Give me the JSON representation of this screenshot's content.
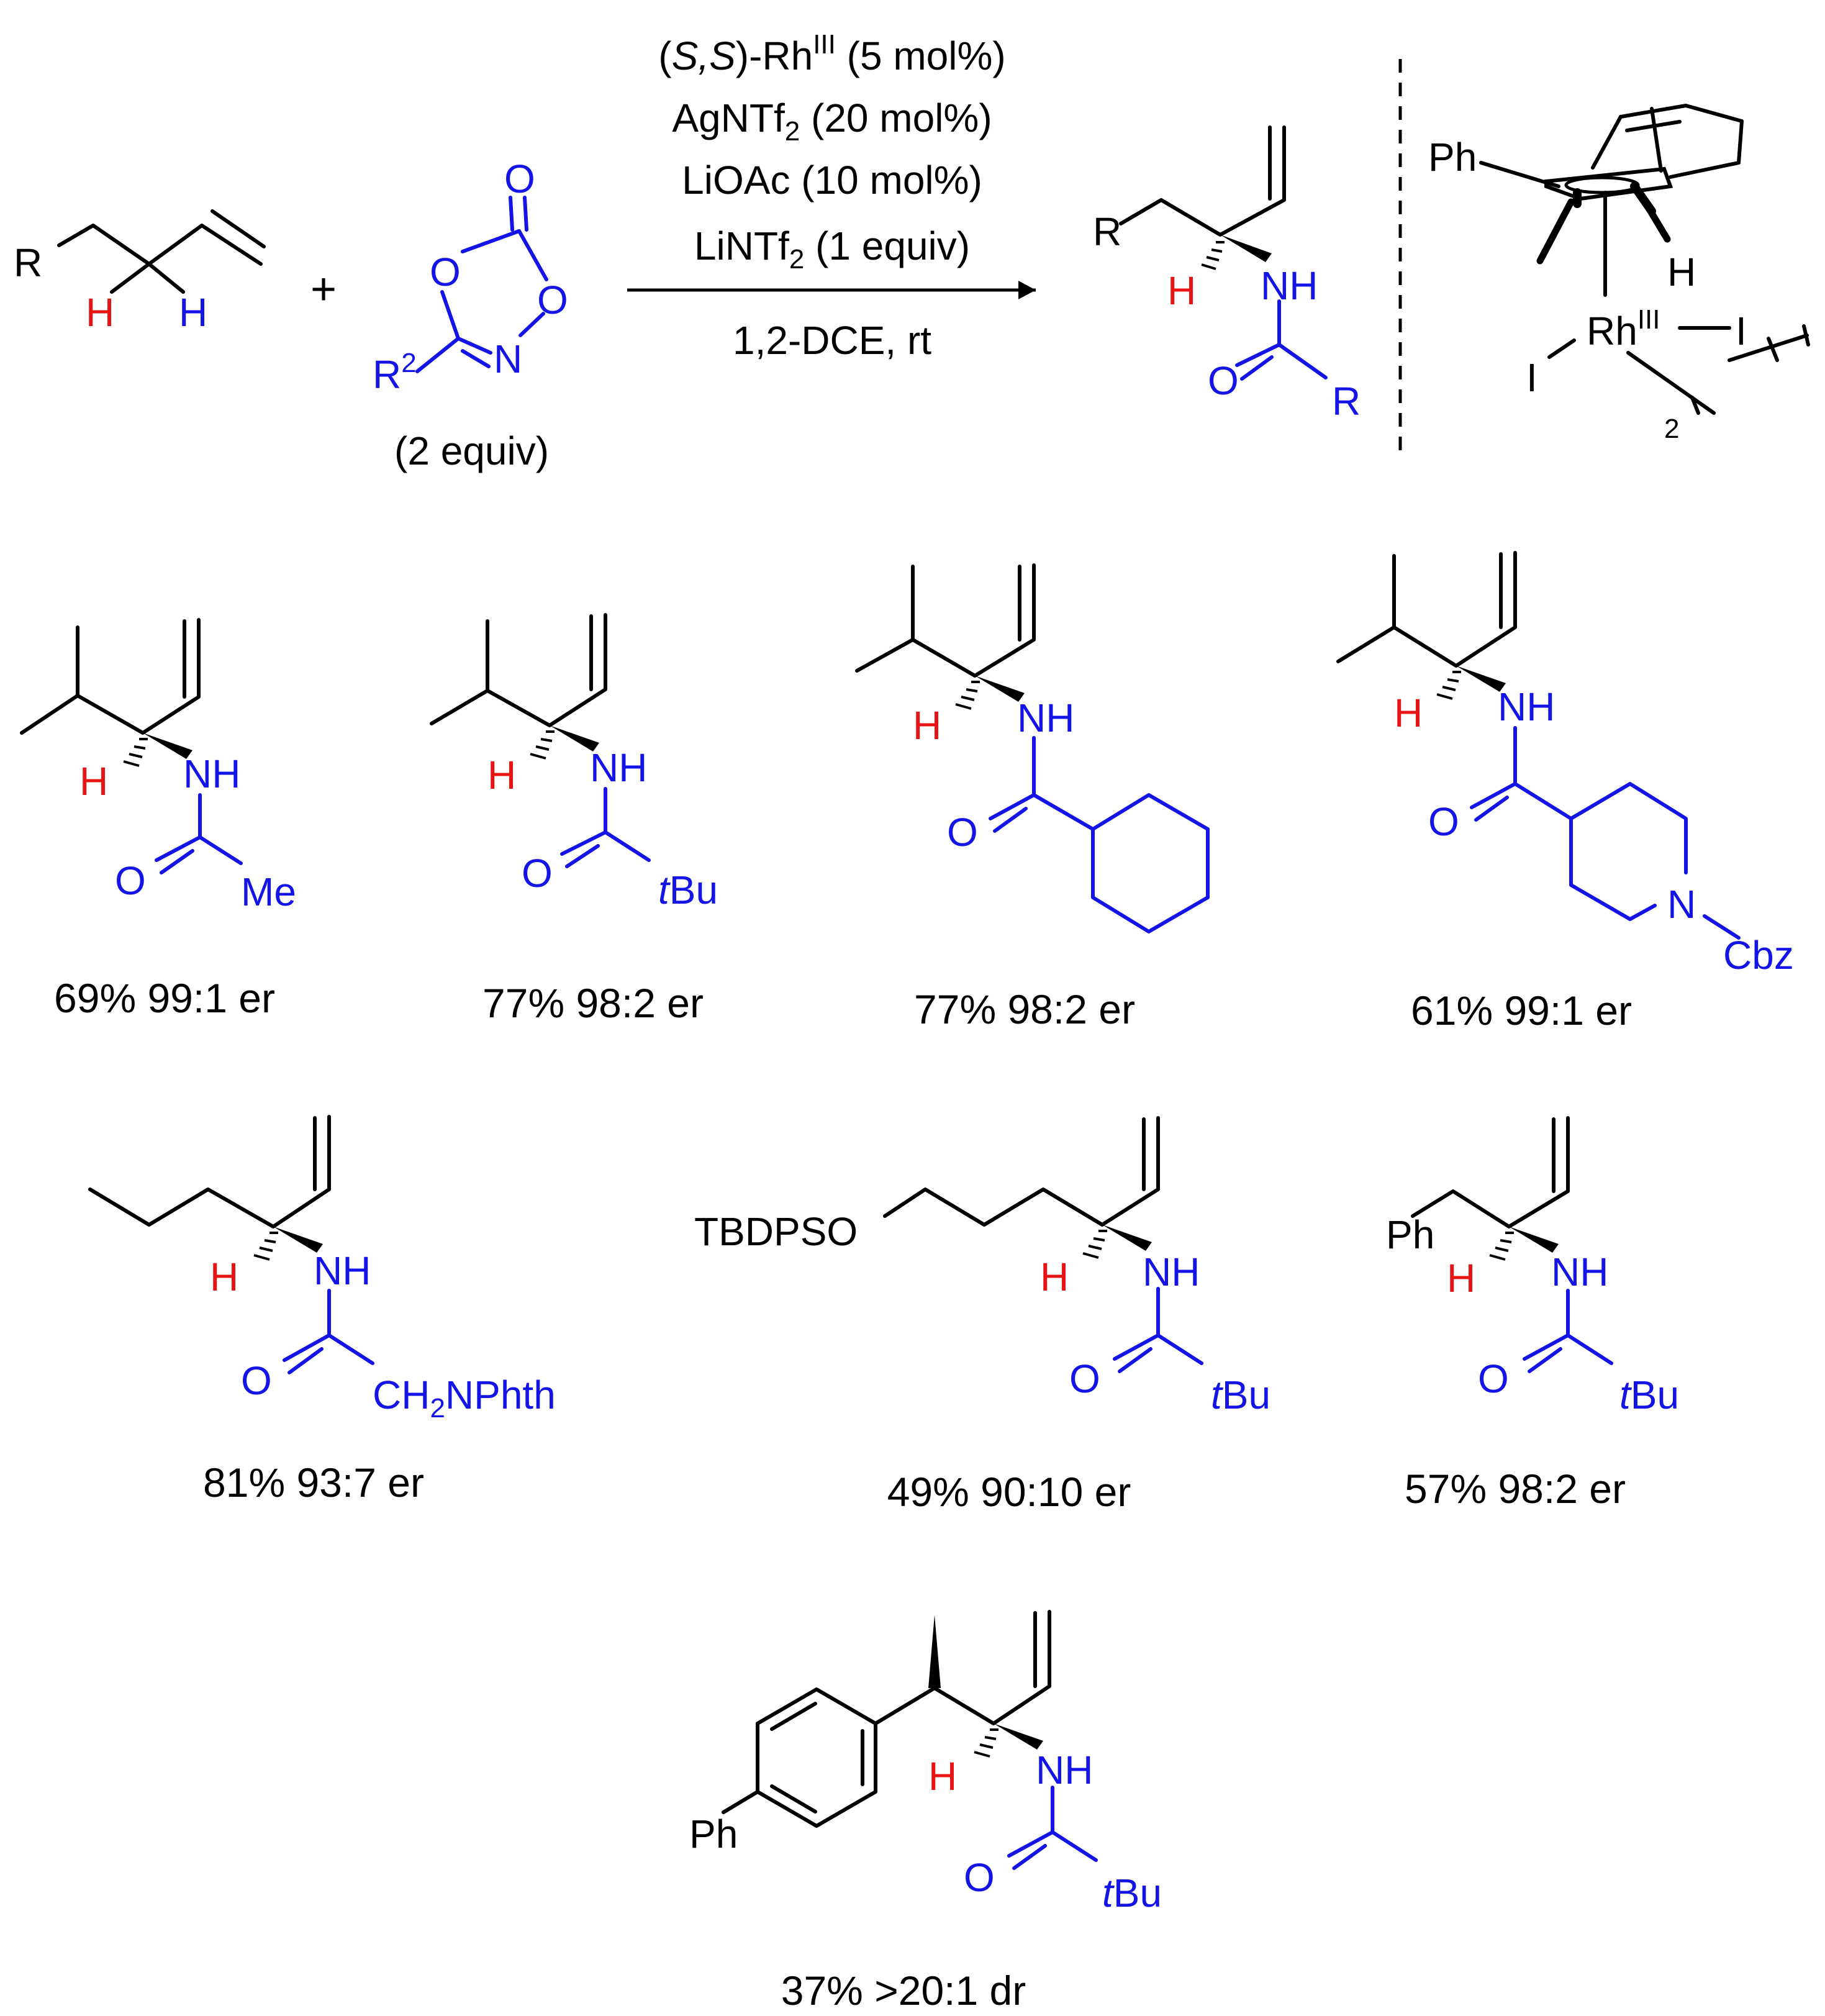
{
  "colors": {
    "black": "#000000",
    "blue": "#1414e6",
    "red": "#e61414"
  },
  "scheme": {
    "reactant": {
      "R": "R",
      "H_red": "H",
      "H_blue": "H"
    },
    "plus": "+",
    "dioxazolone": {
      "O_carbonyl": "O",
      "O_ring1": "O",
      "O_ring2": "O",
      "N": "N",
      "R2": "R",
      "R2_sup": "2",
      "equiv": "(2 equiv)"
    },
    "conditions": {
      "cat_open": "(",
      "cat_s1": "S",
      "cat_comma": ",",
      "cat_s2": "S",
      "cat_rest": ")-Rh",
      "cat_sup": "III",
      "cat_load": "  (5 mol%)",
      "ag_a": "AgNTf",
      "ag_sub": "2",
      "ag_b": " (20 mol%)",
      "lioac": "LiOAc  (10 mol%)",
      "li_a": "LiNTf",
      "li_sub": "2",
      "li_b": " (1 equiv)",
      "solvent": "1,2-DCE, rt"
    },
    "product": {
      "R": "R",
      "H": "H",
      "NH": "NH",
      "O": "O",
      "R_acyl": "R"
    },
    "catalyst": {
      "Ph": "Ph",
      "H": "H",
      "Rh": "Rh",
      "Rh_sup": "III",
      "I_right": "I",
      "I_left": "I",
      "dimer": "2"
    }
  },
  "examples": [
    {
      "acyl": "Me",
      "yield": "69% 99:1 er"
    },
    {
      "acyl_italic": "t",
      "acyl": "Bu",
      "yield": "77% 98:2 er"
    },
    {
      "yield": "77% 98:2 er"
    },
    {
      "N": "N",
      "Cbz": "Cbz",
      "yield": "61% 99:1 er"
    },
    {
      "acyl_a": "CH",
      "acyl_sub": "2",
      "acyl_b": "NPhth",
      "yield": "81% 93:7 er"
    },
    {
      "TBDPSO": "TBDPSO",
      "acyl_italic": "t",
      "acyl": "Bu",
      "yield": "49% 90:10 er"
    },
    {
      "Ph": "Ph",
      "acyl_italic": "t",
      "acyl": "Bu",
      "yield": "57% 98:2 er"
    },
    {
      "Ph": "Ph",
      "acyl_italic": "t",
      "acyl": "Bu",
      "yield": "37% >20:1 dr"
    }
  ],
  "labels": {
    "H": "H",
    "NH": "NH",
    "O": "O"
  }
}
